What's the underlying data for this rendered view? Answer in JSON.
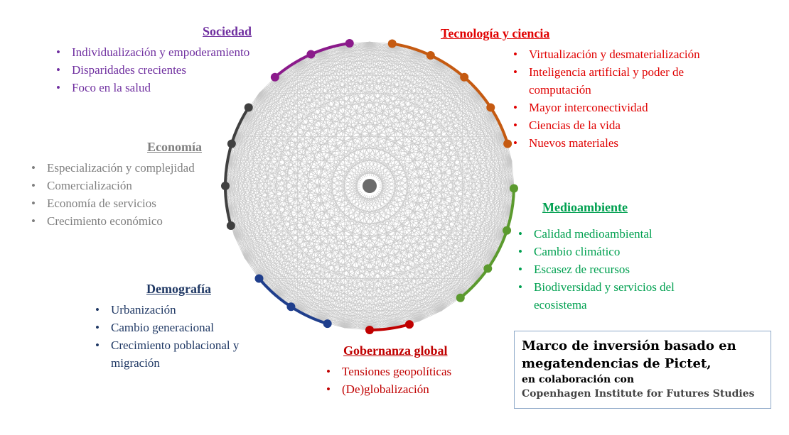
{
  "groups": {
    "sociedad": {
      "title": "Sociedad",
      "color": "#7030A0",
      "arc": "#8B1A8B",
      "items": [
        "Individualización y empoderamiento",
        "Disparidades crecientes",
        "Foco en la salud"
      ]
    },
    "tecnologia": {
      "title": "Tecnología y ciencia",
      "color": "#E00000",
      "arc": "#C55A11",
      "items": [
        "Virtualización y desmaterialización",
        "Inteligencia artificial y poder de computación",
        "Mayor interconectividad",
        "Ciencias de la vida",
        "Nuevos materiales"
      ]
    },
    "economia": {
      "title": "Economía",
      "color": "#7F7F7F",
      "arc": "#404040",
      "items": [
        "Especialización y complejidad",
        "Comercialización",
        "Economía de servicios",
        "Crecimiento económico"
      ]
    },
    "medioambiente": {
      "title": "Medioambiente",
      "color": "#00A050",
      "arc": "#5B9A2E",
      "items": [
        "Calidad medioambiental",
        "Cambio climático",
        "Escasez de recursos",
        "Biodiversidad y servicios del ecosistema"
      ]
    },
    "demografia": {
      "title": "Demografía",
      "color": "#1F3864",
      "arc": "#1F3E8C",
      "items": [
        "Urbanización",
        "Cambio generacional",
        "Crecimiento poblacional y migración"
      ]
    },
    "gobernanza": {
      "title": "Gobernanza global",
      "color": "#C00000",
      "arc": "#C00000",
      "items": [
        "Tensiones geopolíticas",
        "(De)globalización"
      ]
    }
  },
  "box": {
    "line1": "Marco de inversión basado en",
    "line2": "megatendencias de Pictet,",
    "line3": "en colaboración con",
    "line4": "Copenhagen Institute for Futures Studies"
  }
}
